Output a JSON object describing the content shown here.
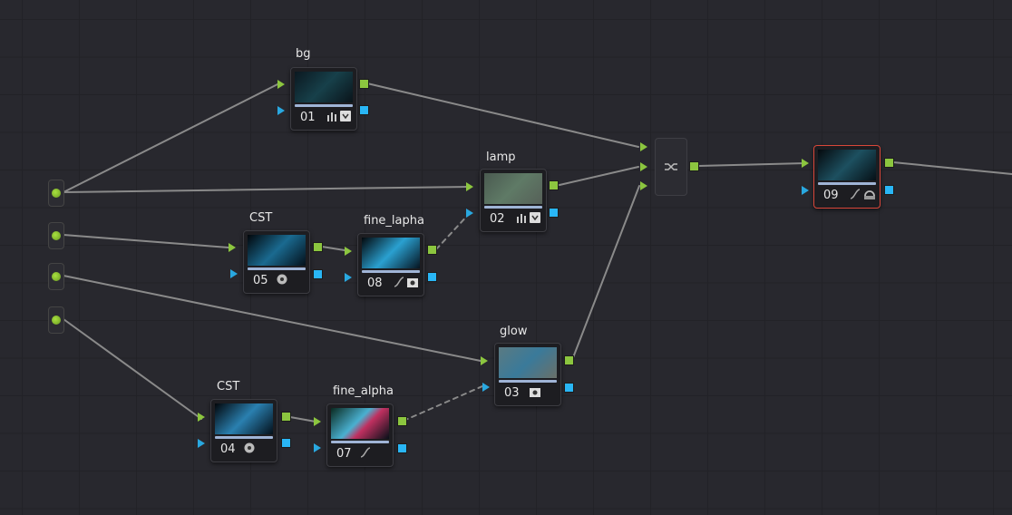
{
  "colors": {
    "background": "#28282e",
    "rgb_port": "#8cc63f",
    "alpha_port": "#29b6f6",
    "wire": "#8a8a8a",
    "selected_border": "#d9473a"
  },
  "sources": [
    {
      "id": "source-1"
    },
    {
      "id": "source-2"
    },
    {
      "id": "source-3"
    },
    {
      "id": "source-4"
    }
  ],
  "nodes": [
    {
      "num": "01",
      "label": "bg",
      "icons": [
        "bars-icon",
        "checkbox-icon"
      ]
    },
    {
      "num": "02",
      "label": "lamp",
      "icons": [
        "bars-icon",
        "checkbox-icon"
      ]
    },
    {
      "num": "03",
      "label": "glow",
      "icons": [
        "grain-camera-icon"
      ]
    },
    {
      "num": "04",
      "label": "CST",
      "icons": [
        "resolve-fx-icon"
      ]
    },
    {
      "num": "05",
      "label": "CST",
      "icons": [
        "resolve-fx-icon"
      ]
    },
    {
      "num": "07",
      "label": "fine_alpha",
      "icons": [
        "curve-icon"
      ]
    },
    {
      "num": "08",
      "label": "fine_lapha",
      "icons": [
        "curve-icon",
        "grain-camera-icon"
      ]
    },
    {
      "num": "09",
      "label": "",
      "icons": [
        "curve-icon",
        "hdr-icon"
      ],
      "selected": true
    }
  ],
  "mixer": {
    "icon": "layer-mixer-icon",
    "inputs": 3
  }
}
